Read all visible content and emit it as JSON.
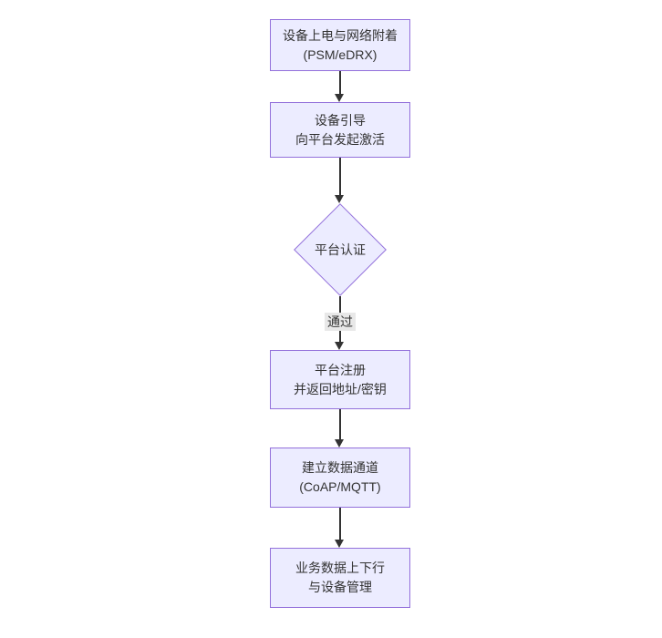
{
  "diagram": {
    "type": "flowchart",
    "direction": "top-down",
    "colors": {
      "background": "#ffffff",
      "node_fill": "#ECECFF",
      "node_border": "#9370DB",
      "edge": "#333333",
      "edge_label_bg": "#e8e8e8",
      "text": "#333333"
    },
    "nodes": [
      {
        "id": "power-attach",
        "shape": "rect",
        "lines": [
          "设备上电与网络附着",
          "(PSM/eDRX)"
        ]
      },
      {
        "id": "bootstrap",
        "shape": "rect",
        "lines": [
          "设备引导",
          "向平台发起激活"
        ]
      },
      {
        "id": "auth",
        "shape": "diamond",
        "lines": [
          "平台认证"
        ]
      },
      {
        "id": "register",
        "shape": "rect",
        "lines": [
          "平台注册",
          "并返回地址/密钥"
        ]
      },
      {
        "id": "channel",
        "shape": "rect",
        "lines": [
          "建立数据通道",
          "(CoAP/MQTT)"
        ]
      },
      {
        "id": "business",
        "shape": "rect",
        "lines": [
          "业务数据上下行",
          "与设备管理"
        ]
      }
    ],
    "edges": [
      {
        "from": "power-attach",
        "to": "bootstrap",
        "label": ""
      },
      {
        "from": "bootstrap",
        "to": "auth",
        "label": ""
      },
      {
        "from": "auth",
        "to": "register",
        "label": "通过"
      },
      {
        "from": "register",
        "to": "channel",
        "label": ""
      },
      {
        "from": "channel",
        "to": "business",
        "label": ""
      }
    ]
  }
}
